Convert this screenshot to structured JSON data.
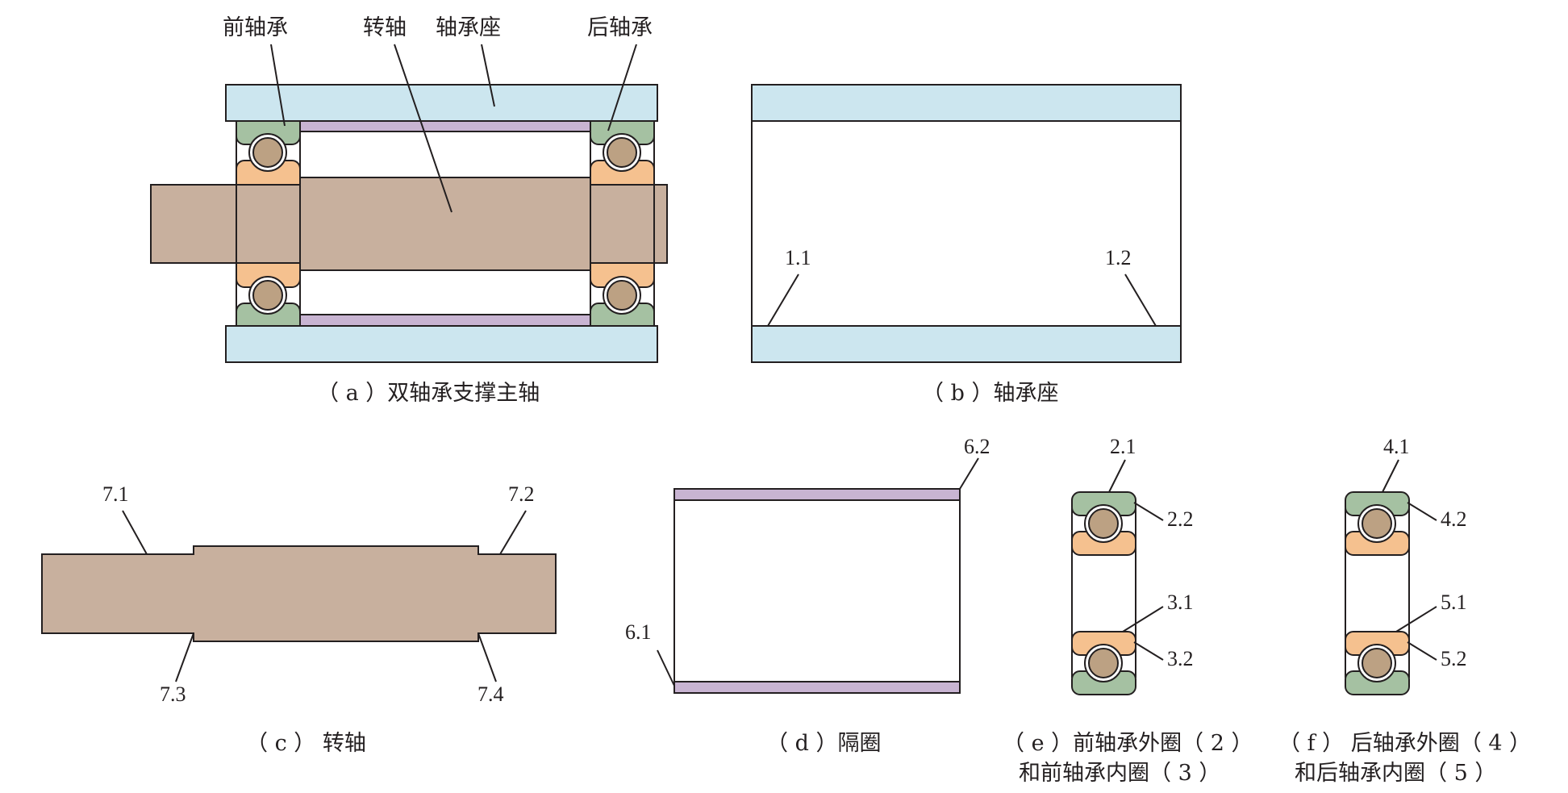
{
  "panel_a": {
    "label_front_bearing": "前轴承",
    "label_spindle": "转轴",
    "label_housing": "轴承座",
    "label_rear_bearing": "后轴承",
    "caption": "（ a ）双轴承支撑主轴"
  },
  "panel_b": {
    "point_left": "1.1",
    "point_right": "1.2",
    "caption": "（ b ）轴承座"
  },
  "panel_c": {
    "point_top_left": "7.1",
    "point_top_right": "7.2",
    "point_bottom_left": "7.3",
    "point_bottom_right": "7.4",
    "caption": "（ c ） 转轴"
  },
  "panel_d": {
    "point_top": "6.2",
    "point_bottom": "6.1",
    "caption": "（ d ）隔圈"
  },
  "panel_e": {
    "p1": "2.1",
    "p2": "2.2",
    "p3": "3.1",
    "p4": "3.2",
    "caption_line1": "（ e ）前轴承外圈（ 2 ）",
    "caption_line2": "和前轴承内圈（ 3 ）"
  },
  "panel_f": {
    "p1": "4.1",
    "p2": "4.2",
    "p3": "5.1",
    "p4": "5.2",
    "caption_line1": "（ f ） 后轴承外圈（ 4 ）",
    "caption_line2": "和后轴承内圈（ 5 ）"
  },
  "colors": {
    "housing": "#cce6ef",
    "spacer": "#c8b4d2",
    "shaft": "#c8b09e",
    "outer_ring": "#a5c1a2",
    "inner_ring": "#f5c18f",
    "ball": "#bca183"
  }
}
